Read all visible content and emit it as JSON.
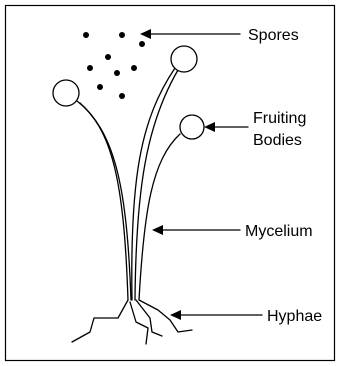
{
  "labels": {
    "spores": "Spores",
    "fruiting_bodies_line1": "Fruiting",
    "fruiting_bodies_line2": "Bodies",
    "mycelium": "Mycelium",
    "hyphae": "Hyphae"
  },
  "colors": {
    "stroke": "#000000",
    "background": "#ffffff"
  }
}
